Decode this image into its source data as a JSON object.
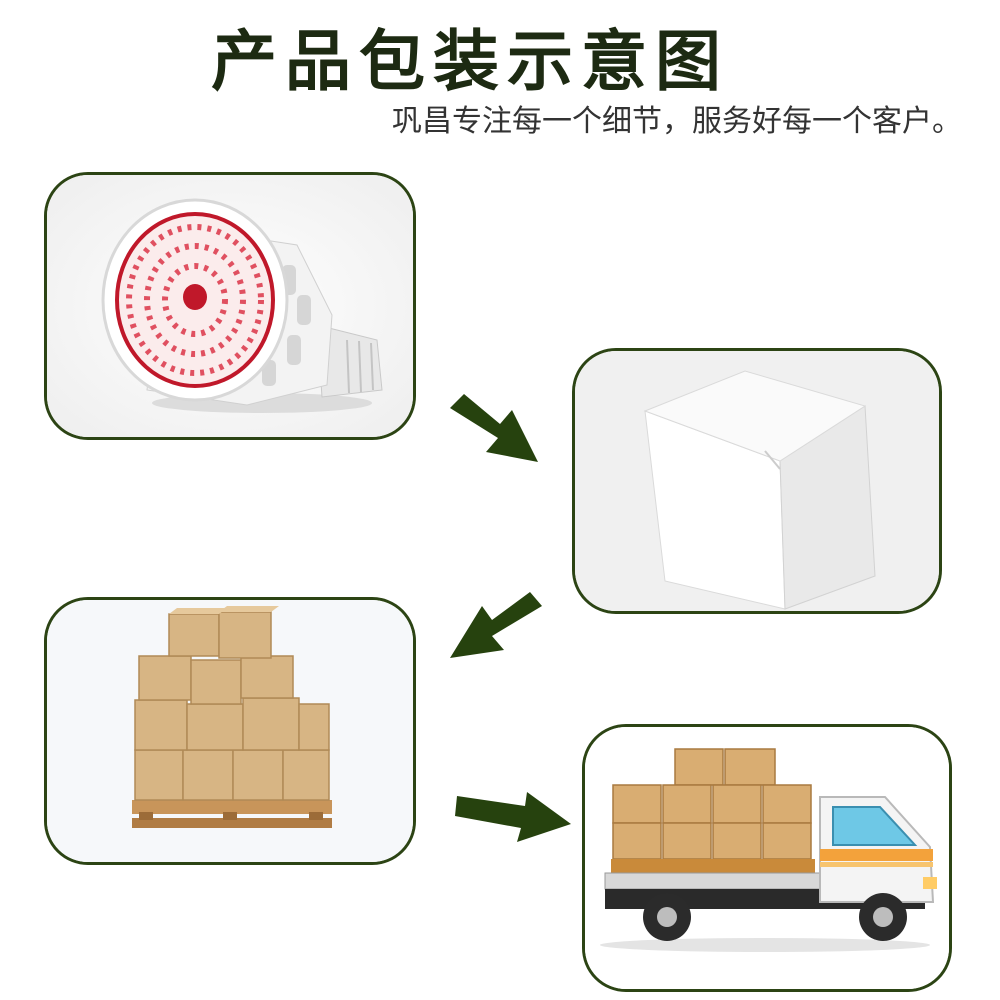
{
  "header": {
    "title": "产品包装示意图",
    "subtitle": "巩昌专注每一个细节，服务好每一个客户。"
  },
  "colors": {
    "border": "#2c4414",
    "arrow": "#26420e",
    "title": "#1d2a12"
  },
  "panels": [
    {
      "subject": "red-light-led-bulb"
    },
    {
      "subject": "white-box"
    },
    {
      "subject": "stacked-cartons-on-pallet"
    },
    {
      "subject": "truck-loaded-with-cartons"
    }
  ]
}
